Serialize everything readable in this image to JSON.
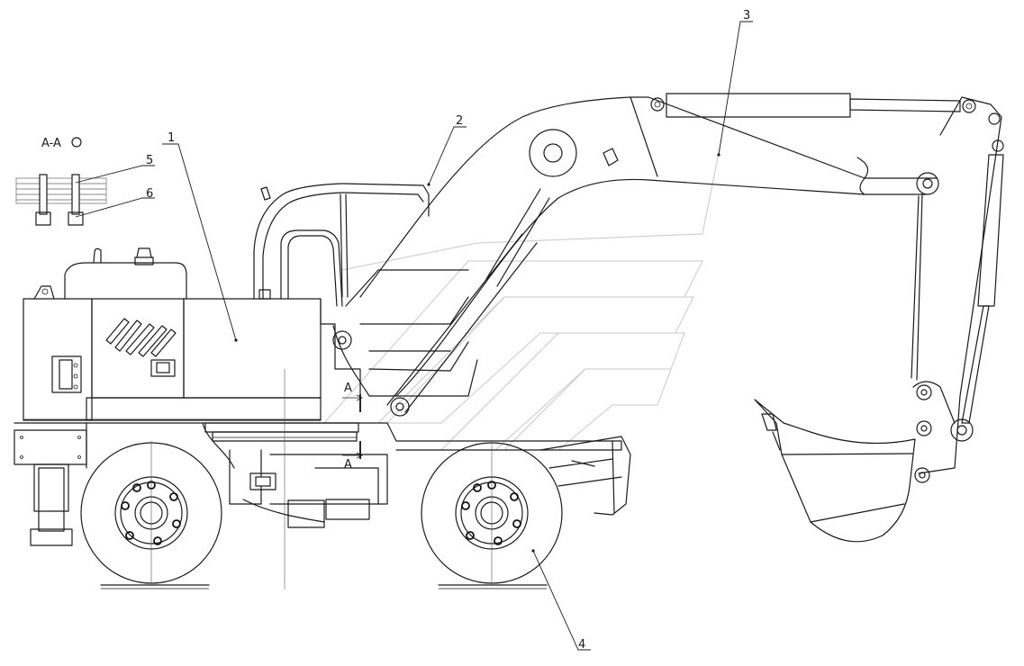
{
  "callouts": [
    {
      "id": "1",
      "text": "1"
    },
    {
      "id": "2",
      "text": "2"
    },
    {
      "id": "3",
      "text": "3"
    },
    {
      "id": "4",
      "text": "4"
    },
    {
      "id": "5",
      "text": "5"
    },
    {
      "id": "6",
      "text": "6"
    }
  ],
  "section": {
    "title": "A-A",
    "marker_top": "A",
    "marker_bottom": "A"
  },
  "colors": {
    "line": "#1a1a1a",
    "watermark": "#c8c8c8",
    "background": "#ffffff"
  }
}
